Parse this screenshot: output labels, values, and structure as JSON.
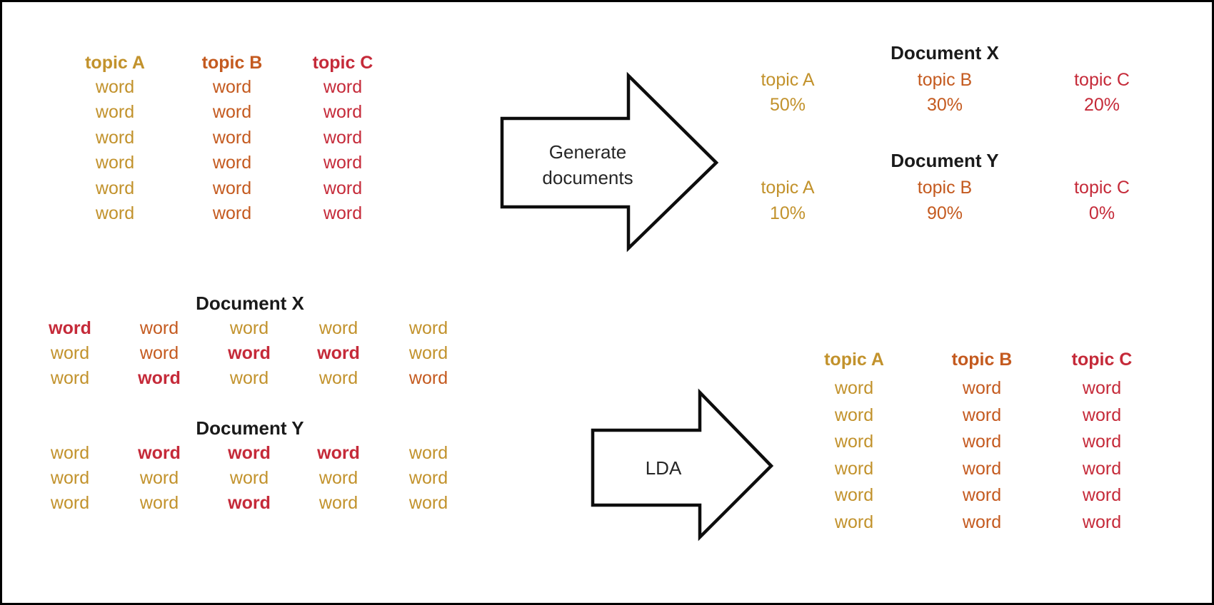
{
  "colors": {
    "gold": "#C2922C",
    "orange": "#C45A1F",
    "red": "#C52A39",
    "ink": "#1A1A1A"
  },
  "arrows": {
    "generate": {
      "line1": "Generate",
      "line2": "documents"
    },
    "lda": {
      "label": "LDA"
    }
  },
  "topic_word_lists": {
    "left": {
      "columns": [
        {
          "label": "topic A",
          "color": "gold",
          "words": [
            "word",
            "word",
            "word",
            "word",
            "word",
            "word"
          ]
        },
        {
          "label": "topic B",
          "color": "orange",
          "words": [
            "word",
            "word",
            "word",
            "word",
            "word",
            "word"
          ]
        },
        {
          "label": "topic C",
          "color": "red",
          "words": [
            "word",
            "word",
            "word",
            "word",
            "word",
            "word"
          ]
        }
      ]
    },
    "right": {
      "columns": [
        {
          "label": "topic A",
          "color": "gold",
          "words": [
            "word",
            "word",
            "word",
            "word",
            "word",
            "word"
          ]
        },
        {
          "label": "topic B",
          "color": "orange",
          "words": [
            "word",
            "word",
            "word",
            "word",
            "word",
            "word"
          ]
        },
        {
          "label": "topic C",
          "color": "red",
          "words": [
            "word",
            "word",
            "word",
            "word",
            "word",
            "word"
          ]
        }
      ]
    }
  },
  "document_proportions": [
    {
      "title": "Document X",
      "items": [
        {
          "label": "topic A",
          "value": "50%",
          "color": "gold"
        },
        {
          "label": "topic B",
          "value": "30%",
          "color": "orange"
        },
        {
          "label": "topic C",
          "value": "20%",
          "color": "red"
        }
      ]
    },
    {
      "title": "Document Y",
      "items": [
        {
          "label": "topic A",
          "value": "10%",
          "color": "gold"
        },
        {
          "label": "topic B",
          "value": "90%",
          "color": "orange"
        },
        {
          "label": "topic C",
          "value": "0%",
          "color": "red"
        }
      ]
    }
  ],
  "document_word_grids": [
    {
      "title": "Document X",
      "word": "word",
      "rows": [
        [
          "red",
          "orange",
          "gold",
          "gold",
          "gold"
        ],
        [
          "gold",
          "orange",
          "red",
          "red",
          "gold"
        ],
        [
          "gold",
          "red",
          "gold",
          "gold",
          "orange"
        ]
      ]
    },
    {
      "title": "Document Y",
      "word": "word",
      "rows": [
        [
          "gold",
          "red",
          "red",
          "red",
          "gold"
        ],
        [
          "gold",
          "gold",
          "gold",
          "gold",
          "gold"
        ],
        [
          "gold",
          "gold",
          "red",
          "gold",
          "gold"
        ]
      ]
    }
  ]
}
